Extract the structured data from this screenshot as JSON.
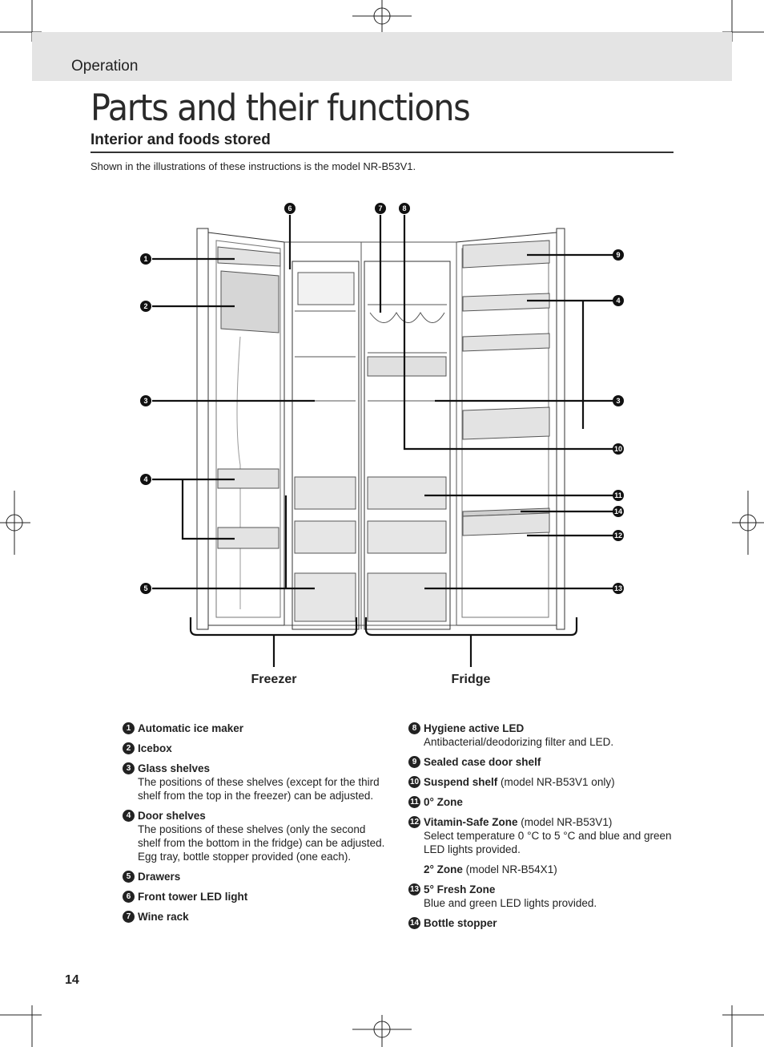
{
  "header": {
    "section": "Operation"
  },
  "title": "Parts and their functions",
  "subheading": "Interior and foods stored",
  "intro": "Shown in the illustrations of these instructions is the model NR-B53V1.",
  "diagram": {
    "label_freezer": "Freezer",
    "label_fridge": "Fridge",
    "callouts": [
      "1",
      "2",
      "3",
      "4",
      "5",
      "6",
      "7",
      "8",
      "9",
      "4",
      "3",
      "10",
      "11",
      "14",
      "12",
      "13"
    ]
  },
  "parts_left": [
    {
      "num": "1",
      "name": "Automatic ice maker",
      "suffix": "",
      "desc": ""
    },
    {
      "num": "2",
      "name": "Icebox",
      "suffix": "",
      "desc": ""
    },
    {
      "num": "3",
      "name": "Glass shelves",
      "suffix": "",
      "desc": "The positions of these shelves (except for the third shelf from the top in the freezer) can be adjusted."
    },
    {
      "num": "4",
      "name": "Door shelves",
      "suffix": "",
      "desc": "The positions of these shelves (only the second shelf from the bottom in the fridge) can be adjusted.",
      "desc2": "Egg tray, bottle stopper provided (one each)."
    },
    {
      "num": "5",
      "name": "Drawers",
      "suffix": "",
      "desc": ""
    },
    {
      "num": "6",
      "name": "Front tower LED light",
      "suffix": "",
      "desc": ""
    },
    {
      "num": "7",
      "name": "Wine rack",
      "suffix": "",
      "desc": ""
    }
  ],
  "parts_right": [
    {
      "num": "8",
      "name": "Hygiene active LED",
      "suffix": "",
      "desc": "Antibacterial/deodorizing filter and LED."
    },
    {
      "num": "9",
      "name": "Sealed case door shelf",
      "suffix": "",
      "desc": ""
    },
    {
      "num": "10",
      "name": "Suspend shelf",
      "suffix": " (model NR-B53V1 only)",
      "desc": ""
    },
    {
      "num": "11",
      "name": "0° Zone",
      "suffix": "",
      "desc": ""
    },
    {
      "num": "12",
      "name": "Vitamin-Safe Zone",
      "suffix": " (model NR-B53V1)",
      "desc": "Select temperature 0 °C to 5 °C and blue and green LED lights provided."
    },
    {
      "num": "13",
      "name": "5° Fresh Zone",
      "suffix": "",
      "desc": "Blue and green LED lights provided."
    },
    {
      "num": "14",
      "name": "Bottle stopper",
      "suffix": "",
      "desc": ""
    }
  ],
  "zone_alt": {
    "name": "2° Zone",
    "suffix": " (model NR-B54X1)"
  },
  "page_number": "14"
}
